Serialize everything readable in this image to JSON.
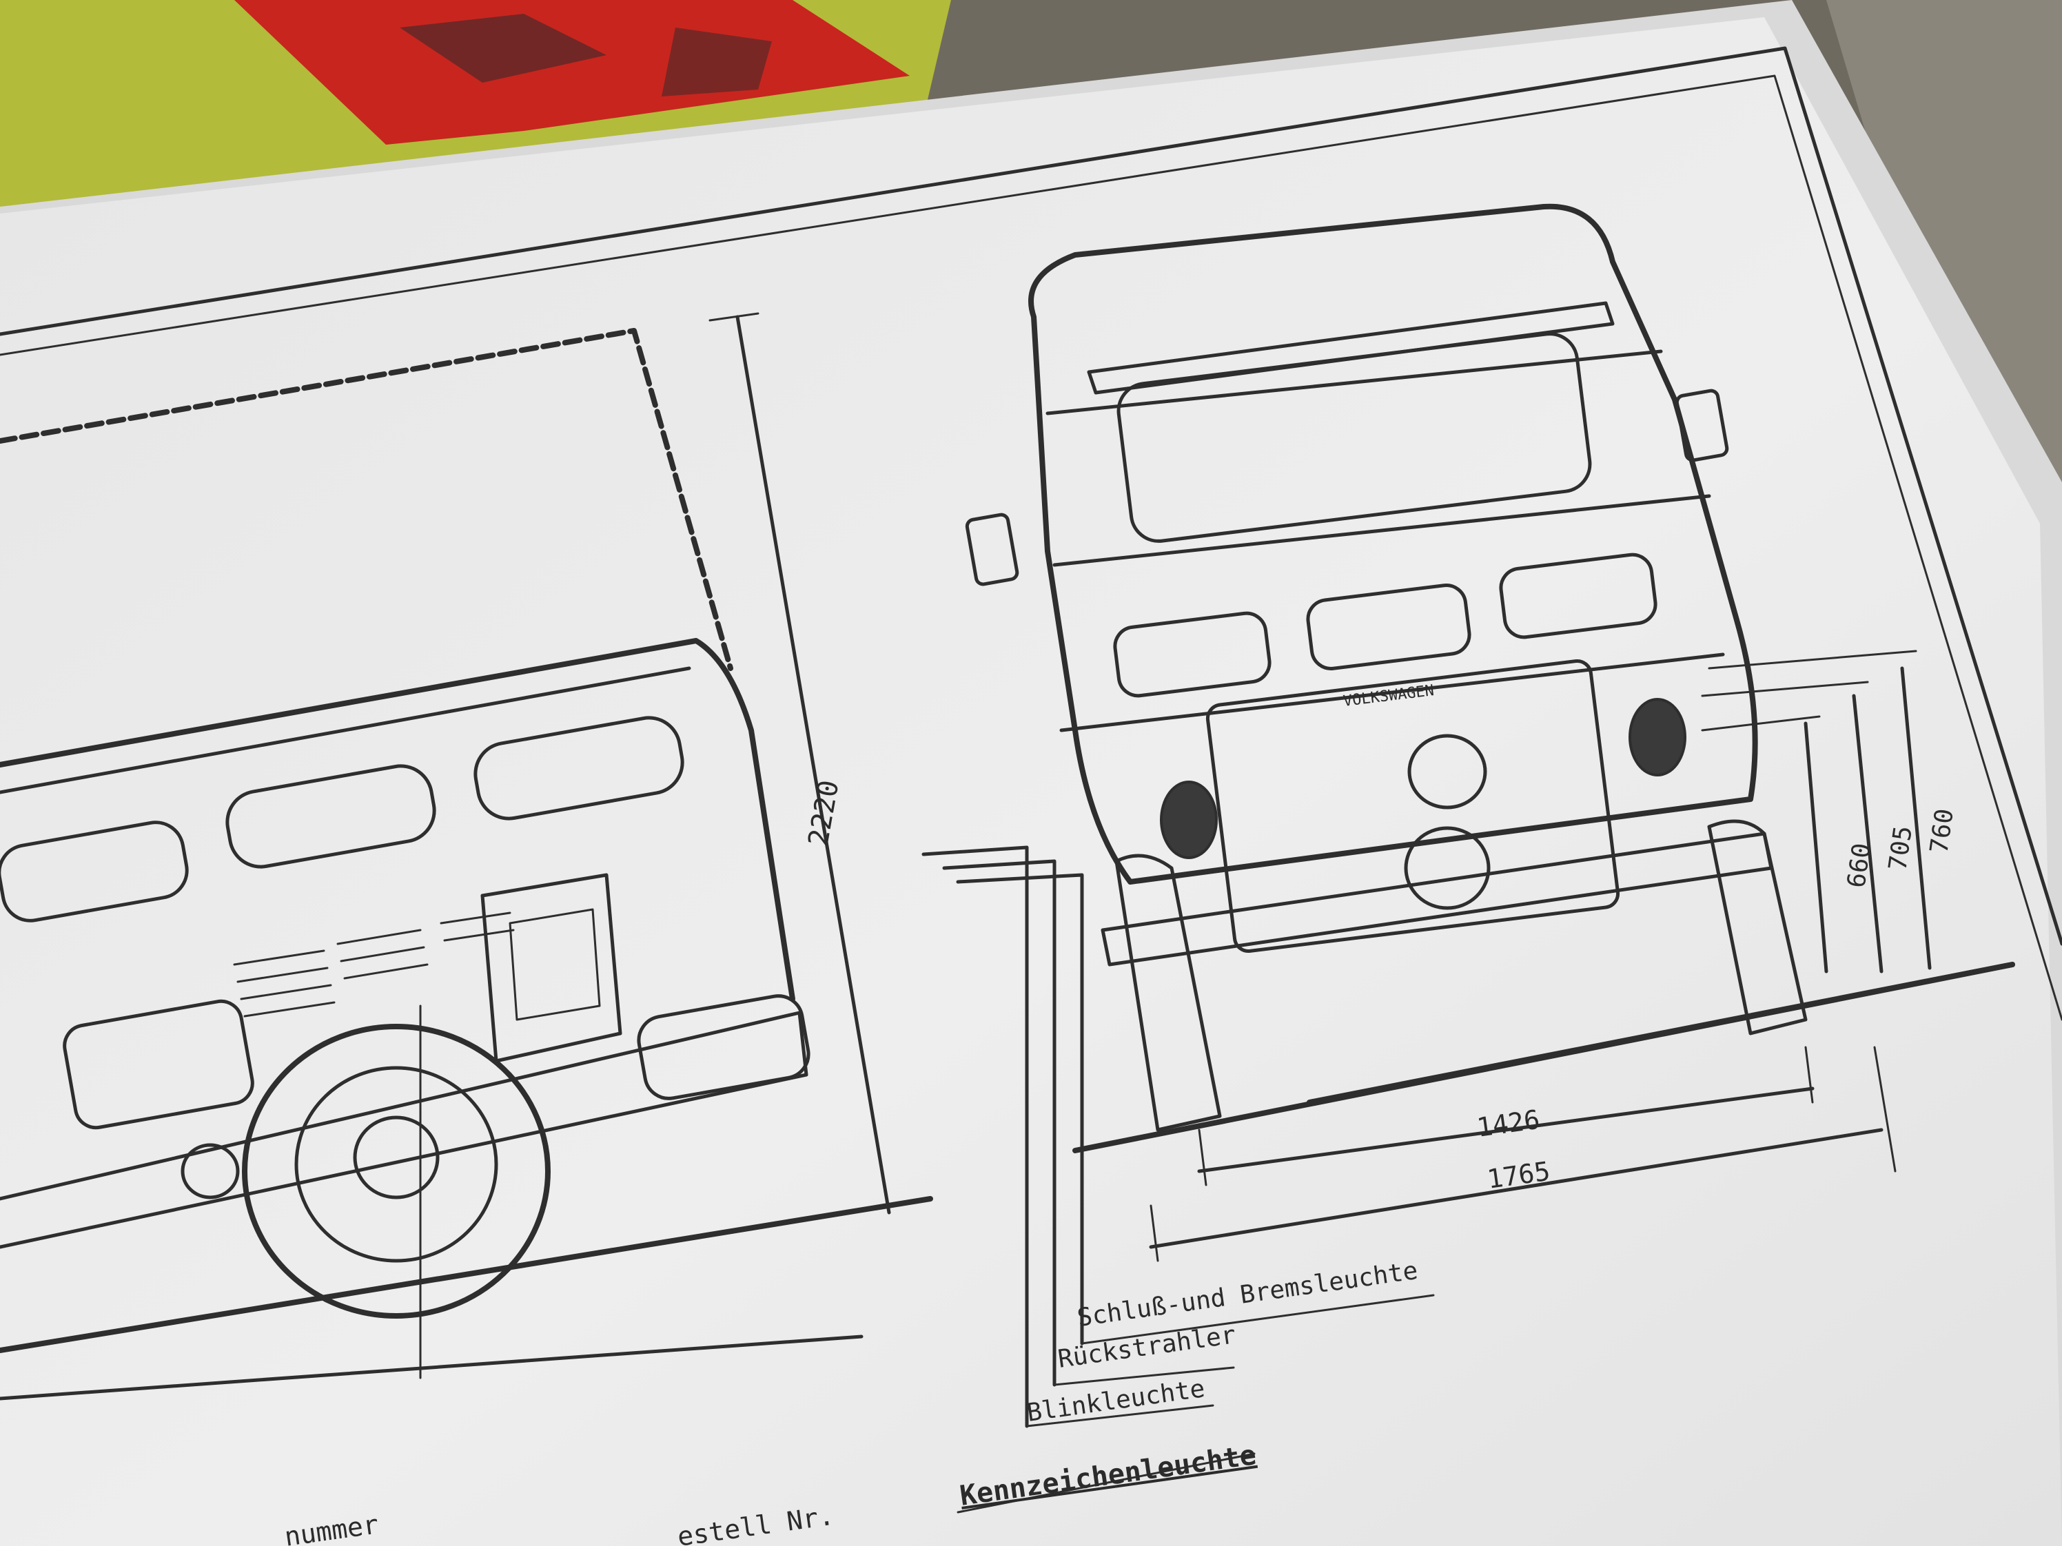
{
  "drawing": {
    "dimensions": {
      "height": "2220",
      "track_rear": "1426",
      "width_overall": "1765",
      "dim_660": "660",
      "dim_705": "705",
      "dim_760": "760"
    },
    "badge": "VOLKSWAGEN",
    "callouts": {
      "tail_brake_light": "Schluß-und Bremsleuchte",
      "reflector": "Rückstrahler",
      "turn_signal": "Blinkleuchte",
      "license_plate_light": "Kennzeichenleuchte"
    },
    "form_fields": {
      "field_left": "nummer",
      "field_right": "estell Nr."
    }
  },
  "colors": {
    "paper": "#ececec",
    "ink": "#2e2e2e",
    "background": "#6f6a60",
    "yellow_cloth": "#b9c23a",
    "red_object": "#c8251f"
  }
}
